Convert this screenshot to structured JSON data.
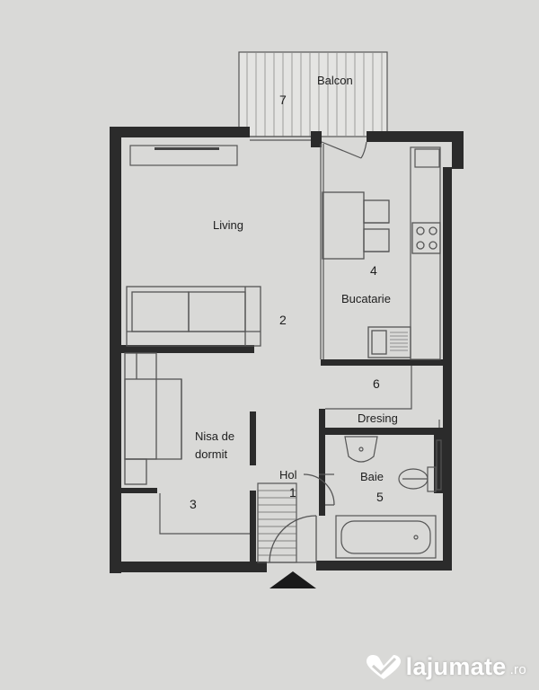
{
  "colors": {
    "background": "#d9d9d7",
    "wall": "#2b2b2b",
    "line": "#555555",
    "balcony_fill": "#e4e4e2",
    "watermark": "#ffffff"
  },
  "rooms": {
    "living": {
      "name": "Living",
      "number": "2"
    },
    "sleeping": {
      "name_line1": "Nisa de",
      "name_line2": "dormit",
      "number": "3"
    },
    "hall": {
      "name": "Hol",
      "number": "1"
    },
    "kitchen": {
      "name": "Bucatarie",
      "number": "4"
    },
    "wardrobe": {
      "name": "Dresing",
      "number": "6"
    },
    "bathroom": {
      "name": "Baie",
      "number": "5"
    },
    "balcony": {
      "name": "Balcon",
      "number": "7"
    }
  },
  "watermark": {
    "brand": "lajumate",
    "tld": ".ro",
    "icon": "heart-check-icon"
  }
}
